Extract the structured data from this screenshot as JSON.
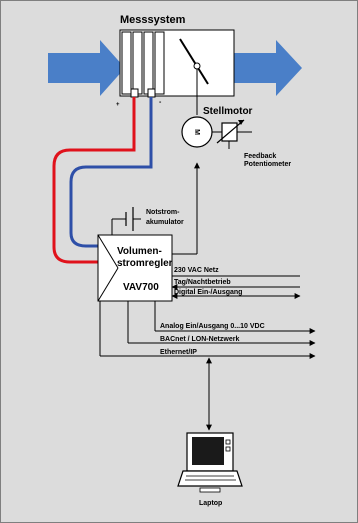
{
  "labels": {
    "messsystem": "Messsystem",
    "plus": "+",
    "minus": "-",
    "stellmotor": "Stellmotor",
    "motor_symbol": "M",
    "feedback_line1": "Feedback",
    "feedback_line2": "Potentiometer",
    "notstrom_line1": "Notstrom-",
    "notstrom_line2": "akumulator",
    "controller_line1": "Volumen-",
    "controller_line2": "stromregler",
    "controller_line3": "VAV700",
    "netz": "230 VAC Netz",
    "tag_nacht": "Tag/Nachtbetrieb",
    "digital": "Digital Ein-/Ausgang",
    "analog": "Analog Ein/Ausgang 0...10 VDC",
    "bacnet": "BACnet / LON-Netzwerk",
    "ethernet": "Ethernet/IP",
    "laptop": "Laptop"
  },
  "colors": {
    "background": "#dcdcdc",
    "frame": "#7f7f7f",
    "airflow_arrow": "#4a7fc8",
    "tube_positive": "#e0121b",
    "tube_negative": "#2e4fa8",
    "line": "#000000"
  },
  "icons": [
    "damper-icon",
    "motor-icon",
    "potentiometer-icon",
    "accumulator-icon",
    "laptop-icon"
  ]
}
